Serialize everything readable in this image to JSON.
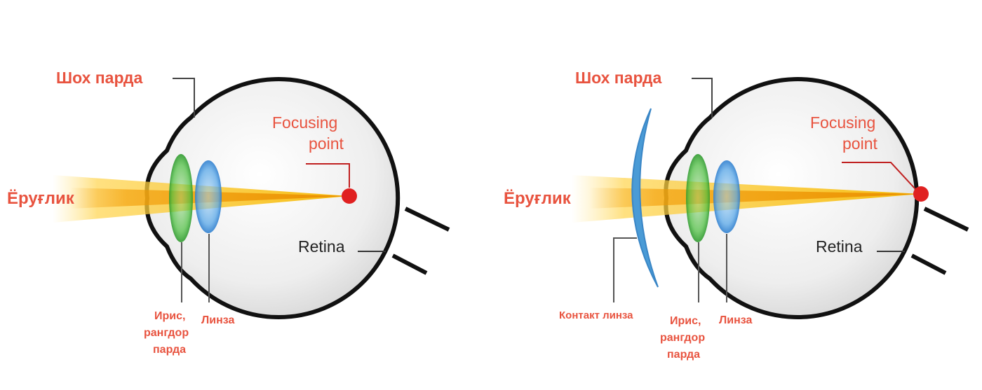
{
  "diagrams": [
    {
      "name": "eye-without-lens",
      "labels": {
        "sclera": "Шох парда",
        "focusing_line1": "Focusing",
        "focusing_line2": "point",
        "light": "Ёруғлик",
        "retina": "Retina",
        "iris_line1": "Ирис,",
        "iris_line2": "рангдор",
        "iris_line3": "парда",
        "lens": "Линза"
      }
    },
    {
      "name": "eye-with-contact-lens",
      "labels": {
        "sclera": "Шох парда",
        "focusing_line1": "Focusing",
        "focusing_line2": "point",
        "light": "Ёруғлик",
        "retina": "Retina",
        "contact_lens": "Контакт линза",
        "iris_line1": "Ирис,",
        "iris_line2": "рангдор",
        "iris_line3": "парда",
        "lens": "Линза"
      }
    }
  ],
  "colors": {
    "label_red": "#e8533f",
    "focus_point": "#e02020",
    "iris_green": "#3fae3f",
    "lens_blue": "#3a8fd8",
    "contact_lens": "#4a9bd6",
    "light_beam": "#f6b800",
    "eyeball_fill": "#eeeeee"
  }
}
